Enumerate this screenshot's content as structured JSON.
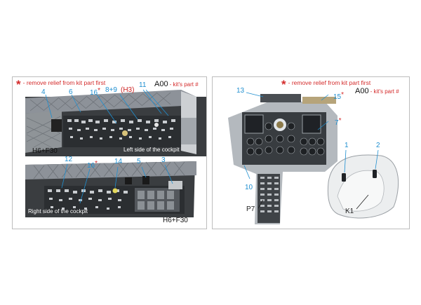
{
  "left_panel": {
    "note_text": "- remove relief from kit part first",
    "part_code": "A00",
    "part_desc": "- kit's part #",
    "top_photo": {
      "caption": "Left side of the cockpit",
      "combo_label": "H6+F30",
      "callouts": {
        "c4": "4",
        "c6": "6",
        "c16": "16",
        "c89": "8+9",
        "h3": "(H3)",
        "c11": "11"
      }
    },
    "bottom_photo": {
      "caption": "Right side of the cockpit",
      "combo_label": "H6+F30",
      "callouts": {
        "c12": "12",
        "c16": "16",
        "c14": "14",
        "c5": "5",
        "c3": "3"
      }
    }
  },
  "right_panel": {
    "note_text": "- remove relief from kit part first",
    "part_code": "A00",
    "part_desc": "- kit's part #",
    "callouts": {
      "c13": "13",
      "c15": "15",
      "c7": "7",
      "c10": "10",
      "p7": "P7",
      "c1": "1",
      "c2": "2",
      "k1": "K1"
    }
  },
  "colors": {
    "callout_blue": "#1f8fd0",
    "note_red": "#d42b2b"
  }
}
